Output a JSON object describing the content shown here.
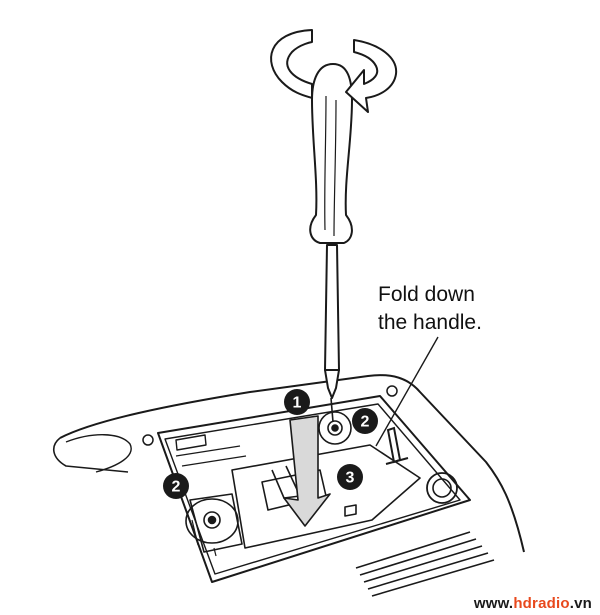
{
  "callout": {
    "line1": "Fold down",
    "line2": "the handle."
  },
  "steps": [
    {
      "number": "1"
    },
    {
      "number": "2"
    },
    {
      "number": "2"
    },
    {
      "number": "3"
    }
  ],
  "watermark": {
    "prefix": "www.",
    "brand": "hdradio",
    "suffix": ".vn",
    "brand_color": "#e8491d",
    "text_color": "#1a1a1a"
  },
  "colors": {
    "line": "#1a1a1a",
    "badge": "#1a1a1a",
    "arrow_fill": "#d9d9d9"
  }
}
